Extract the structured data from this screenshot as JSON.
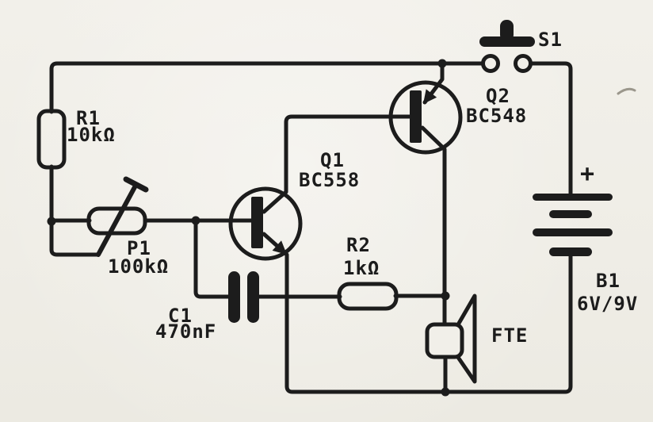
{
  "schematic": {
    "colors": {
      "ink": "#1c1c1c",
      "paper": "#f1efe9"
    },
    "components": {
      "r1": {
        "ref": "R1",
        "value": "10kΩ"
      },
      "p1": {
        "ref": "P1",
        "value": "100kΩ"
      },
      "c1": {
        "ref": "C1",
        "value": "470nF"
      },
      "q1": {
        "ref": "Q1",
        "value": "BC558"
      },
      "q2": {
        "ref": "Q2",
        "value": "BC548"
      },
      "r2": {
        "ref": "R2",
        "value": "1kΩ"
      },
      "s1": {
        "ref": "S1"
      },
      "b1": {
        "ref": "B1",
        "value": "6V/9V",
        "polarity": "+"
      },
      "speaker": {
        "ref": "FTE"
      }
    }
  }
}
